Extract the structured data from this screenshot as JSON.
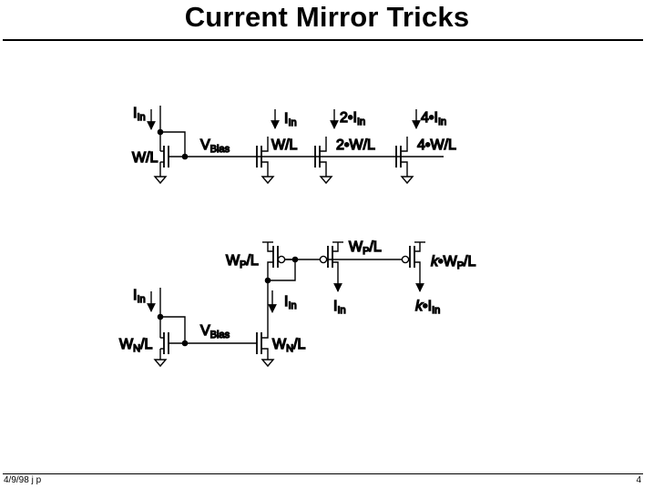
{
  "title": "Current Mirror Tricks",
  "footer": {
    "left": "4/9/98 j p",
    "page": "4"
  },
  "labels": {
    "i_main": "I",
    "i_sub": "In",
    "vbias_main": "V",
    "vbias_sub": "Bias",
    "wl": "W/L",
    "two_i_prefix": "2•I",
    "four_i_prefix": "4•I",
    "two_wl": "2•W/L",
    "four_wl": "4•W/L",
    "w": "W",
    "p_sub": "P",
    "n_sub": "N",
    "over_l": "/L",
    "k": "k",
    "k_w_mid": "•W"
  }
}
